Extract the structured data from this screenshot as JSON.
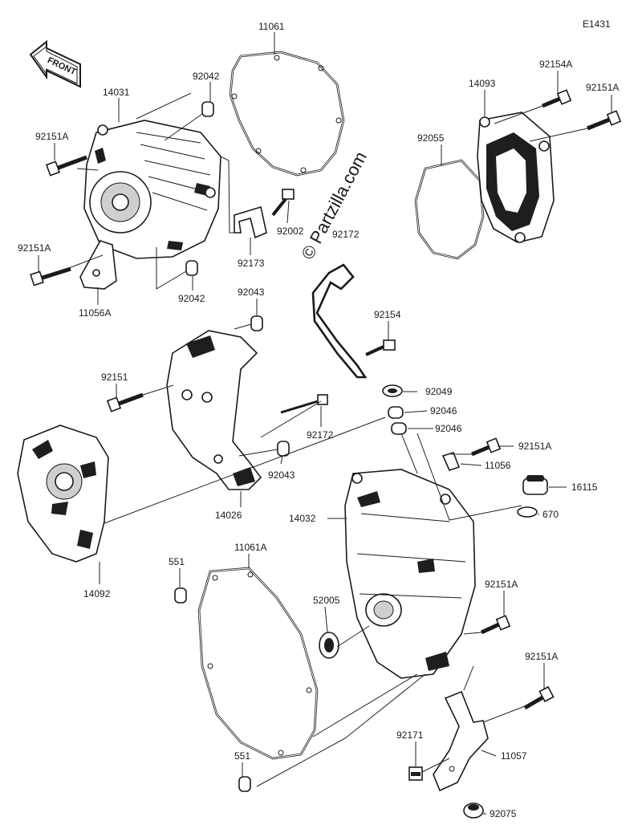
{
  "diagram_code": "E1431",
  "front_badge": "FRONT",
  "watermark": "© Partzilla.com",
  "labels": [
    {
      "id": "l11061",
      "text": "11061"
    },
    {
      "id": "l14031",
      "text": "14031"
    },
    {
      "id": "l92042a",
      "text": "92042"
    },
    {
      "id": "l92151a_1",
      "text": "92151A"
    },
    {
      "id": "l92151a_2",
      "text": "92151A"
    },
    {
      "id": "l11056a",
      "text": "11056A"
    },
    {
      "id": "l92042b",
      "text": "92042"
    },
    {
      "id": "l92002",
      "text": "92002"
    },
    {
      "id": "l92173",
      "text": "92173"
    },
    {
      "id": "l92172a",
      "text": "92172"
    },
    {
      "id": "l14093",
      "text": "14093"
    },
    {
      "id": "l92154a",
      "text": "92154A"
    },
    {
      "id": "l92151a_3",
      "text": "92151A"
    },
    {
      "id": "l92055",
      "text": "92055"
    },
    {
      "id": "l92043a",
      "text": "92043"
    },
    {
      "id": "l92151",
      "text": "92151"
    },
    {
      "id": "l92154",
      "text": "92154"
    },
    {
      "id": "l92049",
      "text": "92049"
    },
    {
      "id": "l92046a",
      "text": "92046"
    },
    {
      "id": "l92046b",
      "text": "92046"
    },
    {
      "id": "l92172b",
      "text": "92172"
    },
    {
      "id": "l92151a_4",
      "text": "92151A"
    },
    {
      "id": "l11056",
      "text": "11056"
    },
    {
      "id": "l92043b",
      "text": "92043"
    },
    {
      "id": "l16115",
      "text": "16115"
    },
    {
      "id": "l14026",
      "text": "14026"
    },
    {
      "id": "l14032",
      "text": "14032"
    },
    {
      "id": "l670",
      "text": "670"
    },
    {
      "id": "l14092",
      "text": "14092"
    },
    {
      "id": "l551a",
      "text": "551"
    },
    {
      "id": "l11061a",
      "text": "11061A"
    },
    {
      "id": "l52005",
      "text": "52005"
    },
    {
      "id": "l92151a_5",
      "text": "92151A"
    },
    {
      "id": "l92151a_6",
      "text": "92151A"
    },
    {
      "id": "l92171",
      "text": "92171"
    },
    {
      "id": "l11057",
      "text": "11057"
    },
    {
      "id": "l551b",
      "text": "551"
    },
    {
      "id": "l92075",
      "text": "92075"
    }
  ]
}
